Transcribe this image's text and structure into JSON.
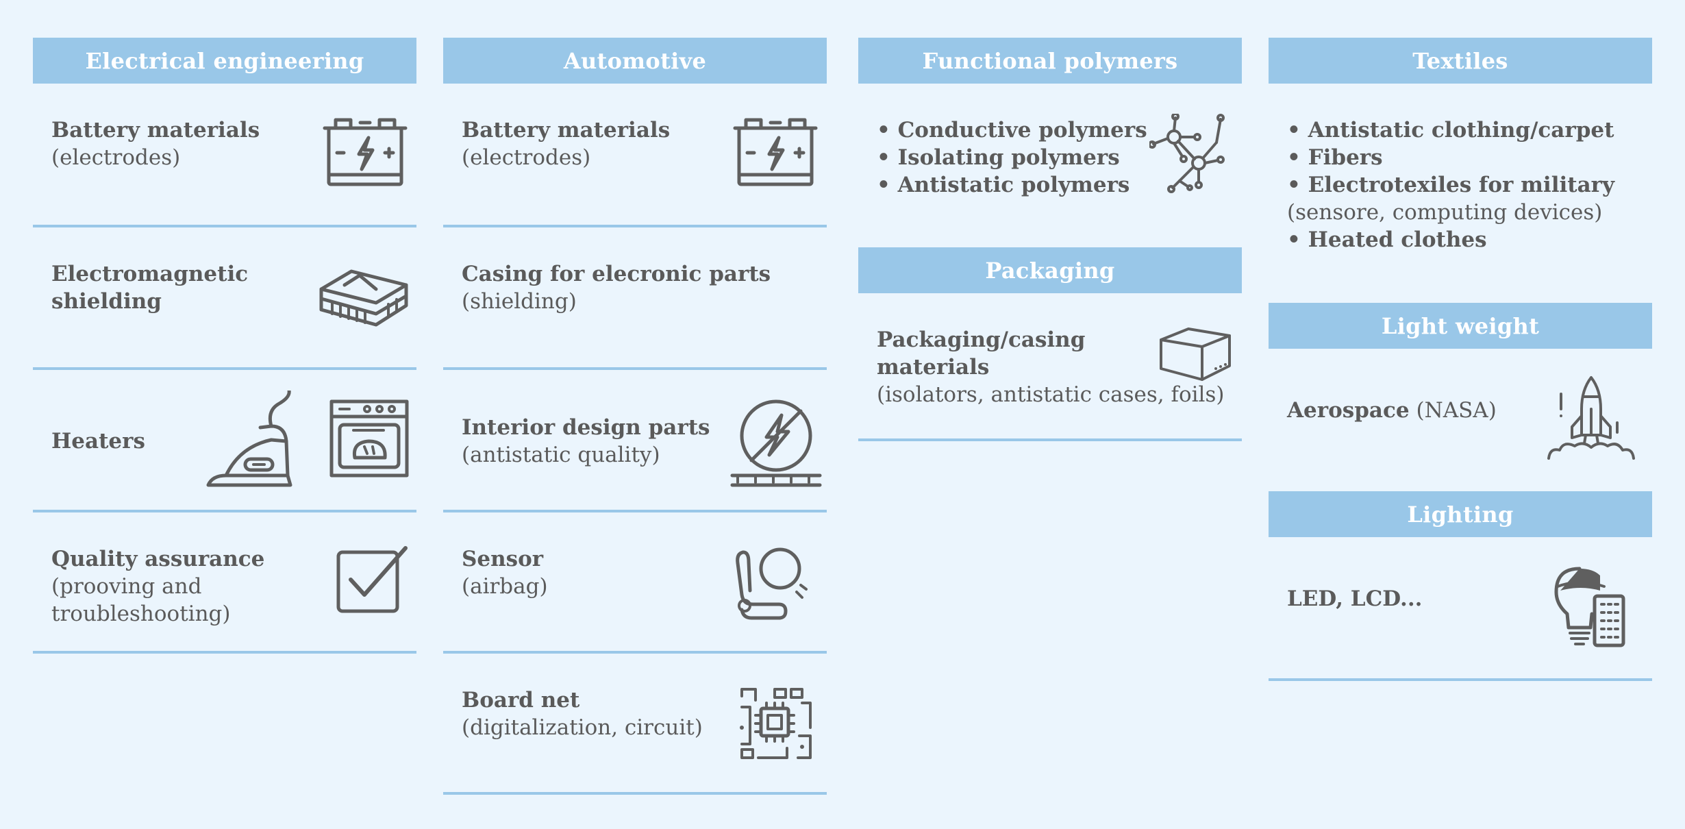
{
  "columns": [
    {
      "sections": [
        {
          "header": "Electrical engineering",
          "items": [
            {
              "title": "Battery materials",
              "sub": "(electrodes)",
              "icon": "battery-icon"
            },
            {
              "title_lines": [
                "Electromagnetic",
                "shielding"
              ],
              "icon": "shielding-layers-icon"
            },
            {
              "title": "Heaters",
              "icons": [
                "clothes-iron-icon",
                "oven-icon"
              ]
            },
            {
              "title": "Quality assurance",
              "sub_lines": [
                "(prooving and",
                "troubleshooting)"
              ],
              "icon": "checkbox-icon"
            }
          ]
        }
      ]
    },
    {
      "sections": [
        {
          "header": "Automotive",
          "items": [
            {
              "title": "Battery materials",
              "sub": "(electrodes)",
              "icon": "battery-icon"
            },
            {
              "title": "Casing for elecronic parts",
              "sub": "(shielding)"
            },
            {
              "title": "Interior design parts",
              "sub": "(antistatic quality)",
              "icon": "antistatic-icon"
            },
            {
              "title": "Sensor",
              "sub": "(airbag)",
              "icon": "airbag-seat-icon"
            },
            {
              "title": "Board net",
              "sub": "(digitalization, circuit)",
              "icon": "circuit-board-icon"
            }
          ]
        }
      ]
    },
    {
      "sections": [
        {
          "header": "Functional polymers",
          "items": [
            {
              "bullets": [
                "Conductive polymers",
                "Isolating polymers",
                "Antistatic polymers"
              ],
              "icon": "molecule-icon"
            }
          ]
        },
        {
          "header": "Packaging",
          "items": [
            {
              "title_lines": [
                "Packaging/casing",
                "materials"
              ],
              "sub": "(isolators, antistatic cases, foils)",
              "icon": "box-icon"
            }
          ]
        }
      ]
    },
    {
      "sections": [
        {
          "header": "Textiles",
          "items": [
            {
              "bullets": [
                "Antistatic clothing/carpet",
                "Fibers",
                "Electrotexiles for military"
              ],
              "sub": "(sensore, computing devices)",
              "bullet_last": "Heated clothes"
            }
          ]
        },
        {
          "header": "Light weight",
          "items": [
            {
              "title": "Aerospace",
              "sub": "(NASA)",
              "icon": "rocket-icon"
            }
          ]
        },
        {
          "header": "Lighting",
          "items": [
            {
              "title": "LED, LCD...",
              "icon": "lightbulb-icon"
            }
          ]
        }
      ]
    }
  ]
}
